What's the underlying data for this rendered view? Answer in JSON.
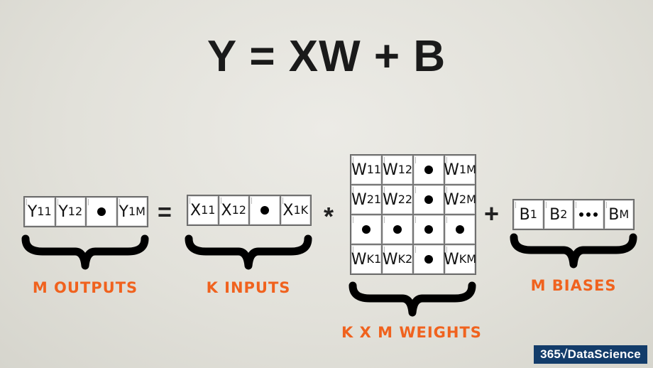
{
  "title": "Y = XW + B",
  "outputs": {
    "cells": [
      {
        "base": "Y",
        "sub": "11"
      },
      {
        "base": "Y",
        "sub": "12"
      },
      {
        "dot": true
      },
      {
        "base": "Y",
        "sub": "1M"
      }
    ],
    "label": "M OUTPUTS"
  },
  "inputs": {
    "cells": [
      {
        "base": "X",
        "sub": "11"
      },
      {
        "base": "X",
        "sub": "12"
      },
      {
        "dot": true
      },
      {
        "base": "X",
        "sub": "1K"
      }
    ],
    "label": "K INPUTS"
  },
  "weights": {
    "cells": [
      {
        "base": "W",
        "sub": "11"
      },
      {
        "base": "W",
        "sub": "12"
      },
      {
        "dot": true
      },
      {
        "base": "W",
        "sub": "1M"
      },
      {
        "base": "W",
        "sub": "21"
      },
      {
        "base": "W",
        "sub": "22"
      },
      {
        "dot": true
      },
      {
        "base": "W",
        "sub": "2M"
      },
      {
        "dot": true
      },
      {
        "dot": true
      },
      {
        "dot": true
      },
      {
        "dot": true
      },
      {
        "base": "W",
        "sub": "K1"
      },
      {
        "base": "W",
        "sub": "K2"
      },
      {
        "dot": true
      },
      {
        "base": "W",
        "sub": "KM"
      }
    ],
    "label": "K X M WEIGHTS"
  },
  "biases": {
    "cells": [
      {
        "base": "B",
        "sub": "1"
      },
      {
        "base": "B",
        "sub": "2"
      },
      {
        "dots": true
      },
      {
        "base": "B",
        "sub": "M"
      }
    ],
    "label": "M BIASES"
  },
  "operators": {
    "equals": "=",
    "times": "*",
    "plus": "+"
  },
  "brand": {
    "logo_text": "365√DataScience",
    "color": "#133c6a"
  },
  "accent_color": "#f0621e"
}
